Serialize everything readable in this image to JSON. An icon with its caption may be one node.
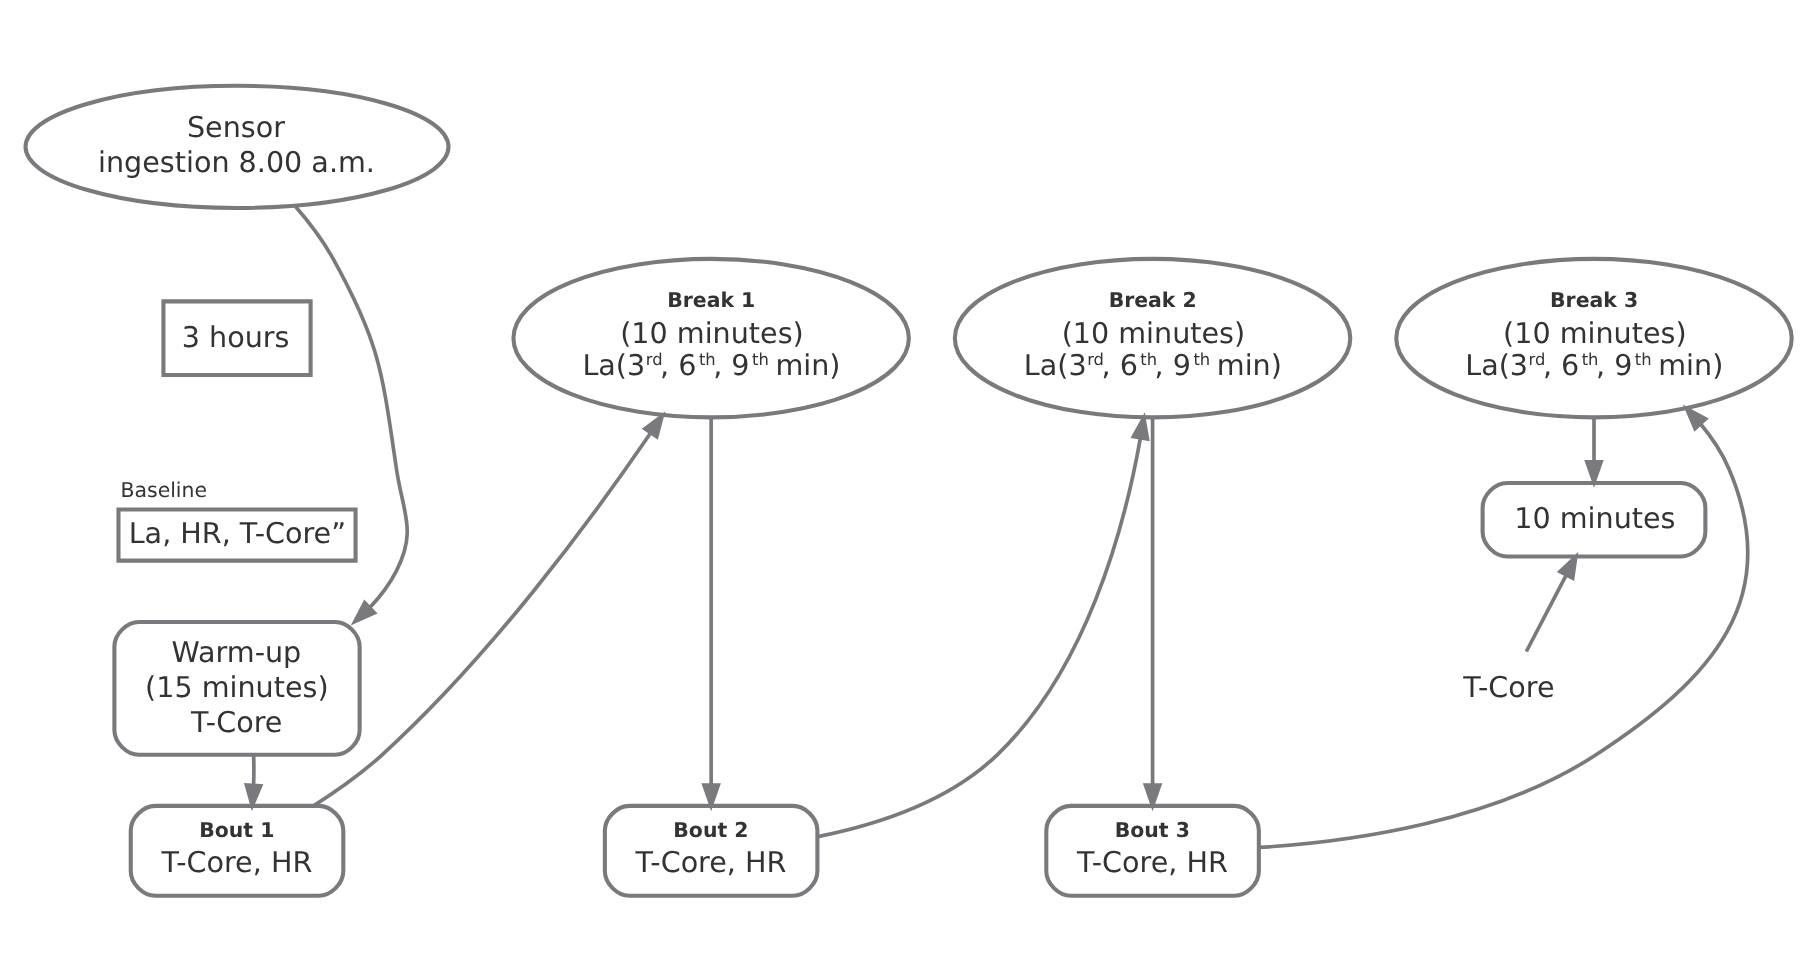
{
  "diagram": {
    "nodes": [
      {
        "text": [
          "Sensor ingestion 8.00 a.m."
        ]
      },
      {
        "text": [
          "3 hours"
        ]
      },
      {
        "text": [
          "Baseline",
          "La, HR, T-Core”"
        ]
      },
      {
        "text": [
          "Warm-up (15 minutes) T-Core"
        ]
      },
      {
        "text": [
          "Break 1",
          "(10 minutes) La(3$^{rd}$, 6$^{th}$, 9$^{th}$ min)"
        ]
      },
      {
        "text": [
          "Break 2",
          "(10 minutes) La(3$^{rd}$, 6$^{th}$, 9$^{th}$ min)"
        ]
      },
      {
        "text": [
          "Break 3",
          "(10 minutes) La(3$^{rd}$, 6$^{th}$, 9$^{th}$ min)"
        ]
      },
      {
        "text": [
          "10 minutes"
        ]
      },
      {
        "text": [
          "T-Core"
        ]
      },
      {
        "text": [
          "Bout 1",
          "T-Core, HR"
        ]
      },
      {
        "text": [
          "Bout 2",
          "T-Core, HR"
        ]
      },
      {
        "text": [
          "Bout 3",
          "T-Core, HR"
        ]
      }
    ],
    "edges": [
      {
        "from": 0,
        "to": 3,
        "arrow": "to"
      },
      {
        "from": 3,
        "to": 9,
        "arrow": "to"
      },
      {
        "from": 9,
        "to": 4,
        "arrow": "to"
      },
      {
        "from": 4,
        "to": 10,
        "arrow": "to"
      },
      {
        "from": 10,
        "to": 5,
        "arrow": "to"
      },
      {
        "from": 5,
        "to": 11,
        "arrow": "to"
      },
      {
        "from": 11,
        "to": 6,
        "arrow": "to"
      },
      {
        "from": 6,
        "to": 7,
        "arrow": "to"
      },
      {
        "from": 8,
        "to": 7,
        "arrow": "to"
      }
    ]
  }
}
